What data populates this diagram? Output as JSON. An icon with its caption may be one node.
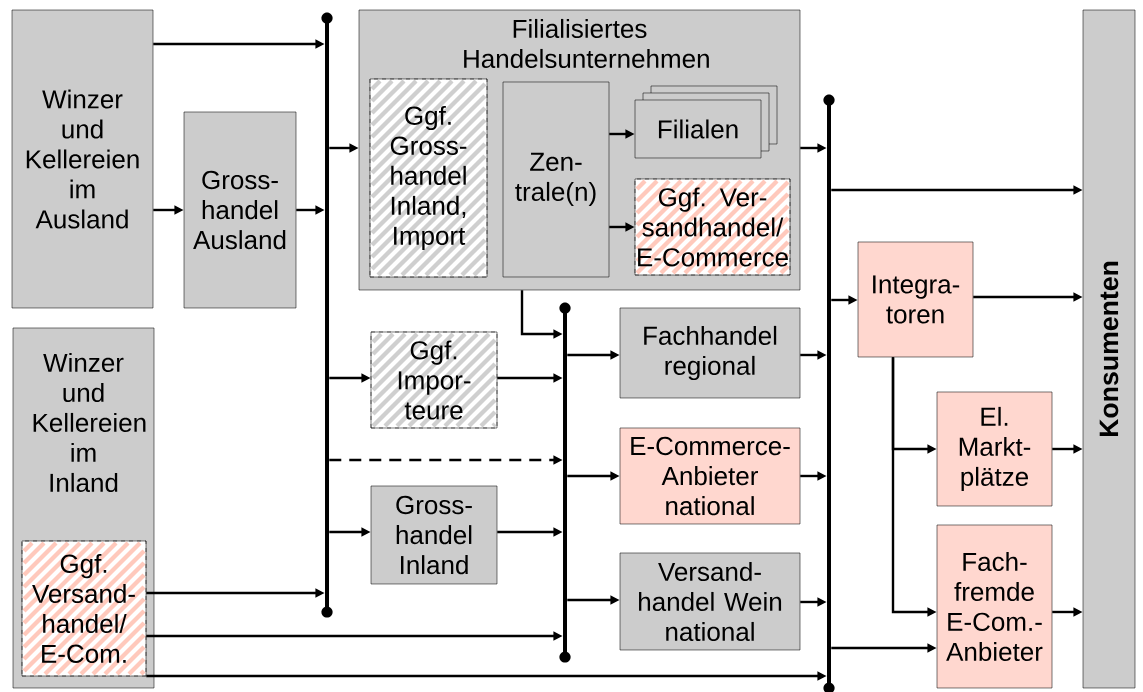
{
  "diagram": {
    "nodes": [
      {
        "text": [
          "Winzer und Kellereien im Ausland"
        ]
      },
      {
        "text": [
          "Gross- handel Ausland"
        ]
      },
      {
        "text": [],
        "shape": "bar"
      },
      {
        "text": [
          "Filialisiertes Handelsunternehmen"
        ]
      },
      {
        "text": [
          "Ggf. Gross- handel Inland, Import"
        ],
        "in": 3
      },
      {
        "text": [
          "Zen- trale(n)"
        ],
        "in": 3
      },
      {
        "text": [
          "Filialen"
        ],
        "in": 3
      },
      {
        "text": [
          "Ggf. Ver- sandhandel/ E-Commerce"
        ],
        "in": 3
      },
      {
        "text": [
          "Winzer und Kellereien im Inland"
        ]
      },
      {
        "text": [
          "Ggf. Versand- handel/ E-Com."
        ],
        "in": 8
      },
      {
        "text": [
          "Ggf. Impor- teure"
        ]
      },
      {
        "text": [
          "Gross- handel Inland"
        ]
      },
      {
        "text": [],
        "shape": "bar"
      },
      {
        "text": [
          "Fachhandel regional"
        ]
      },
      {
        "text": [
          "E-Commerce- Anbieter national"
        ]
      },
      {
        "text": [
          "Versand- handel Wein national"
        ]
      },
      {
        "text": [],
        "shape": "bar"
      },
      {
        "text": [
          "Integra- toren"
        ]
      },
      {
        "text": [
          "El. Markt- plätze"
        ]
      },
      {
        "text": [
          "Fach- fremde E-Com.- Anbieter"
        ]
      },
      {
        "text": [
          "Konsumenten"
        ]
      }
    ],
    "edges": [
      {
        "from": 0,
        "to": 2,
        "arrow": "to"
      },
      {
        "from": 0,
        "to": 1,
        "arrow": "to"
      },
      {
        "from": 1,
        "to": 2,
        "arrow": "to"
      },
      {
        "from": 2,
        "to": 3,
        "arrow": "to"
      },
      {
        "from": 5,
        "to": 6,
        "arrow": "to"
      },
      {
        "from": 5,
        "to": 7,
        "arrow": "to"
      },
      {
        "from": 3,
        "to": 16,
        "arrow": "to"
      },
      {
        "from": 3,
        "to": 12,
        "arrow": "to"
      },
      {
        "from": 2,
        "to": 10,
        "arrow": "to"
      },
      {
        "from": 10,
        "to": 12,
        "arrow": "to"
      },
      {
        "from": 2,
        "to": 12,
        "arrow": "to",
        "style": "dashed"
      },
      {
        "from": 2,
        "to": 11,
        "arrow": "to"
      },
      {
        "from": 11,
        "to": 12,
        "arrow": "to"
      },
      {
        "from": 9,
        "to": 2,
        "arrow": "to"
      },
      {
        "from": 9,
        "to": 12,
        "arrow": "to"
      },
      {
        "from": 9,
        "to": 16,
        "arrow": "to"
      },
      {
        "from": 12,
        "to": 13,
        "arrow": "to"
      },
      {
        "from": 12,
        "to": 14,
        "arrow": "to"
      },
      {
        "from": 12,
        "to": 15,
        "arrow": "to"
      },
      {
        "from": 13,
        "to": 16,
        "arrow": "to"
      },
      {
        "from": 14,
        "to": 16,
        "arrow": "to"
      },
      {
        "from": 15,
        "to": 16,
        "arrow": "to"
      },
      {
        "from": 16,
        "to": 20,
        "arrow": "to"
      },
      {
        "from": 16,
        "to": 17,
        "arrow": "to"
      },
      {
        "from": 16,
        "to": 19,
        "arrow": "to"
      },
      {
        "from": 17,
        "to": 20,
        "arrow": "to"
      },
      {
        "from": 17,
        "to": 18,
        "arrow": "to"
      },
      {
        "from": 17,
        "to": 19,
        "arrow": "to"
      },
      {
        "from": 18,
        "to": 20,
        "arrow": "to"
      },
      {
        "from": 19,
        "to": 20,
        "arrow": "to"
      }
    ]
  }
}
